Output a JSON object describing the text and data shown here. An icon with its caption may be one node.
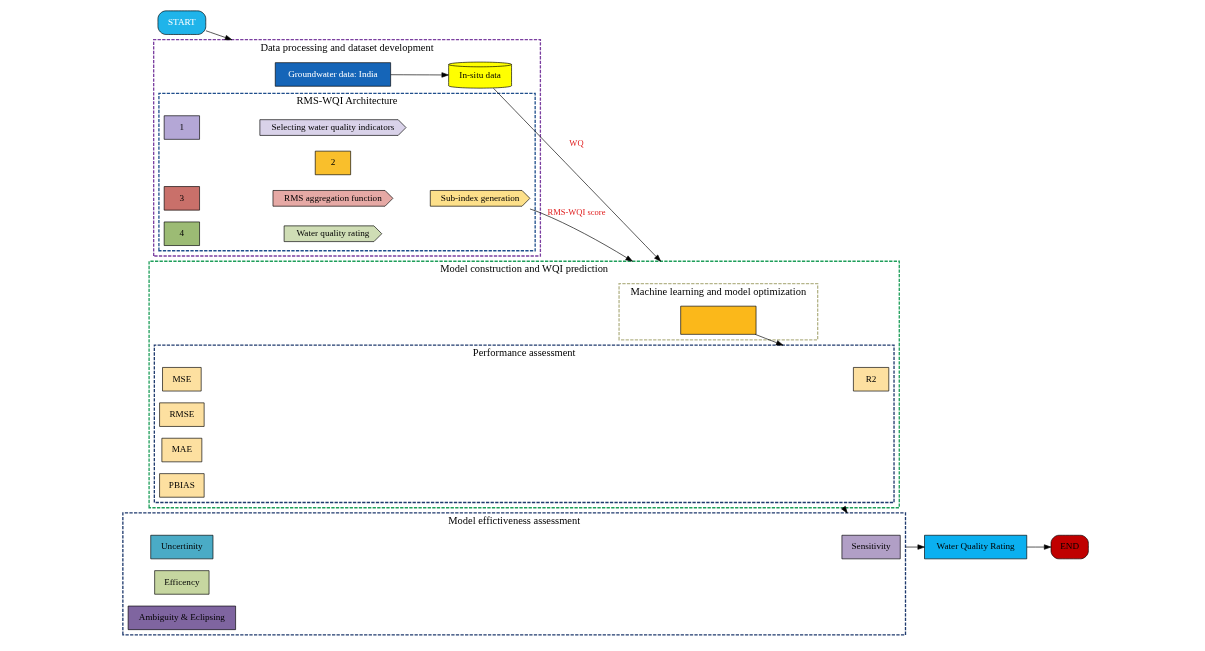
{
  "diagram": {
    "nodes": [
      {
        "text": [
          "START"
        ]
      },
      {
        "text": [
          "Data processing and dataset development"
        ]
      },
      {
        "text": [
          "Groundwater data: India"
        ],
        "in": 1
      },
      {
        "text": [
          "In-situ data"
        ],
        "in": 1
      },
      {
        "text": [
          "RMS-WQI Architecture"
        ],
        "in": 1
      },
      {
        "text": [
          "1"
        ],
        "in": 4
      },
      {
        "text": [
          "Selecting water quality indicators"
        ],
        "in": 4
      },
      {
        "text": [
          "2"
        ],
        "in": 4
      },
      {
        "text": [
          "Sub-index generation"
        ],
        "in": 4
      },
      {
        "text": [
          "3"
        ],
        "in": 4
      },
      {
        "text": [
          "RMS aggregation function"
        ],
        "in": 4
      },
      {
        "text": [
          "4"
        ],
        "in": 4
      },
      {
        "text": [
          "Water quality rating"
        ],
        "in": 4
      },
      {
        "text": [
          "Model construction and WQI prediction"
        ]
      },
      {
        "text": [
          "Machine learning and model optimization"
        ],
        "in": 13
      },
      {
        "text": [],
        "shape": "box",
        "in": 14
      },
      {
        "text": [
          "Performance assessment"
        ],
        "in": 13
      },
      {
        "text": [
          "R2"
        ],
        "in": 16
      },
      {
        "text": [
          "MSE"
        ],
        "in": 16
      },
      {
        "text": [
          "RMSE"
        ],
        "in": 16
      },
      {
        "text": [
          "MAE"
        ],
        "in": 16
      },
      {
        "text": [
          "PBIAS"
        ],
        "in": 16
      },
      {
        "text": [
          "Model effictiveness assessment"
        ]
      },
      {
        "text": [
          "Sensitivity"
        ],
        "in": 22
      },
      {
        "text": [
          "Uncertinity"
        ],
        "in": 22
      },
      {
        "text": [
          "Efficency"
        ],
        "in": 22
      },
      {
        "text": [
          "Ambiguity & Eclipsing"
        ],
        "in": 22
      },
      {
        "text": [
          "Water Quality Rating"
        ]
      },
      {
        "text": [
          "END"
        ]
      }
    ],
    "edges": [
      {
        "from": 0,
        "to": 1,
        "arrow": "to"
      },
      {
        "from": 2,
        "to": 3,
        "arrow": "to"
      },
      {
        "from": 3,
        "to": 13,
        "arrow": "to",
        "label": "WQ"
      },
      {
        "from": 8,
        "to": 13,
        "arrow": "to",
        "label": "RMS-WQI score"
      },
      {
        "from": 15,
        "to": 16,
        "arrow": "to"
      },
      {
        "from": 13,
        "to": 22,
        "arrow": "to"
      },
      {
        "from": 22,
        "to": 27,
        "arrow": "to"
      },
      {
        "from": 27,
        "to": 28,
        "arrow": "to"
      }
    ]
  }
}
